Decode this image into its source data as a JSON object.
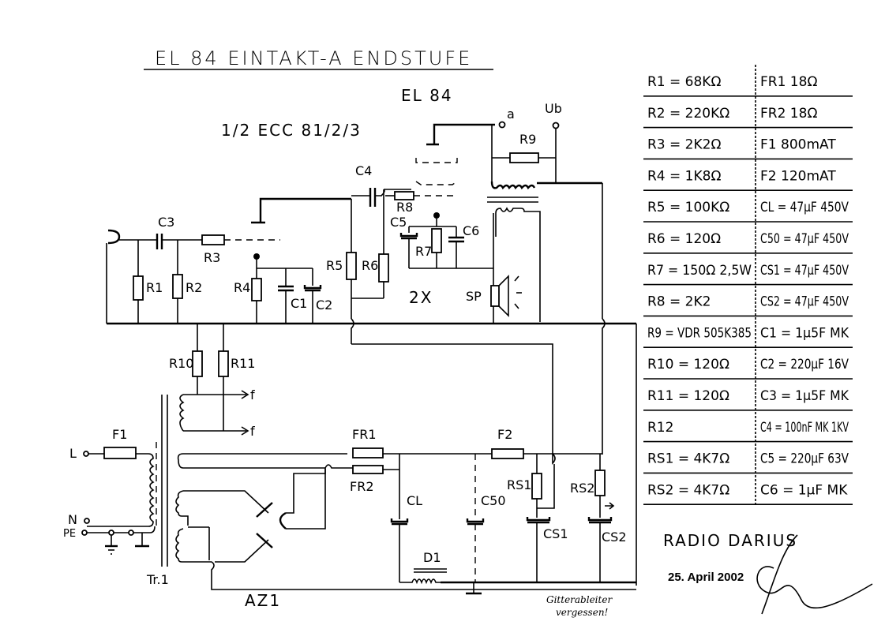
{
  "title": "EL 84 EINTAKT-A ENDSTUFE",
  "tubes": {
    "power_tube": "EL 84",
    "preamp_tube": "1/2 ECC 81/2/3",
    "rectifier_tube": "AZ1"
  },
  "terminals": {
    "anode": "a",
    "supply": "Ub",
    "line": "L",
    "neutral": "N",
    "earth": "PE",
    "heater_out_1": "f",
    "heater_out_2": "f"
  },
  "schematic_labels": {
    "C3": "C3",
    "R1": "R1",
    "R2": "R2",
    "R3": "R3",
    "R4": "R4",
    "C1": "C1",
    "C2": "C2",
    "R5": "R5",
    "R6": "R6",
    "C4": "C4",
    "R8": "R8",
    "C5": "C5",
    "R7": "R7",
    "C6": "C6",
    "R9": "R9",
    "SP": "SP",
    "twox": "2X",
    "R10": "R10",
    "R11": "R11",
    "F1": "F1",
    "FR1": "FR1",
    "FR2": "FR2",
    "F2": "F2",
    "CL": "CL",
    "C50": "C50",
    "RS1": "RS1",
    "RS2": "RS2",
    "CS1": "CS1",
    "CS2": "CS2",
    "D1": "D1",
    "transformer": "Tr.1"
  },
  "parts_list": [
    {
      "left": "R1 = 68KΩ",
      "right": "FR1 18Ω"
    },
    {
      "left": "R2 = 220KΩ",
      "right": "FR2 18Ω"
    },
    {
      "left": "R3 = 2K2Ω",
      "right": "F1 800mAT"
    },
    {
      "left": "R4 = 1K8Ω",
      "right": "F2 120mAT"
    },
    {
      "left": "R5 = 100KΩ",
      "right": "CL = 47µF 450V"
    },
    {
      "left": "R6 = 120Ω",
      "right": "C50 = 47µF 450V"
    },
    {
      "left": "R7 = 150Ω 2,5W",
      "right": "CS1 = 47µF 450V"
    },
    {
      "left": "R8 = 2K2",
      "right": "CS2 = 47µF 450V"
    },
    {
      "left": "R9 = VDR 505K385",
      "right": "C1 = 1µ5F MK"
    },
    {
      "left": "R10 = 120Ω",
      "right": "C2 = 220µF 16V"
    },
    {
      "left": "R11 = 120Ω",
      "right": "C3 = 1µ5F MK"
    },
    {
      "left": "R12",
      "right": "C4 = 100nF MK 1KV"
    },
    {
      "left": "RS1 = 4K7Ω",
      "right": "C5 = 220µF 63V"
    },
    {
      "left": "RS2 = 4K7Ω",
      "right": "C6 = 1µF MK"
    }
  ],
  "signature": {
    "name": "RADIO DARIUS",
    "date": "25. April 2002"
  },
  "note": {
    "line1": "Gitterableiter",
    "line2": "vergessen!"
  }
}
